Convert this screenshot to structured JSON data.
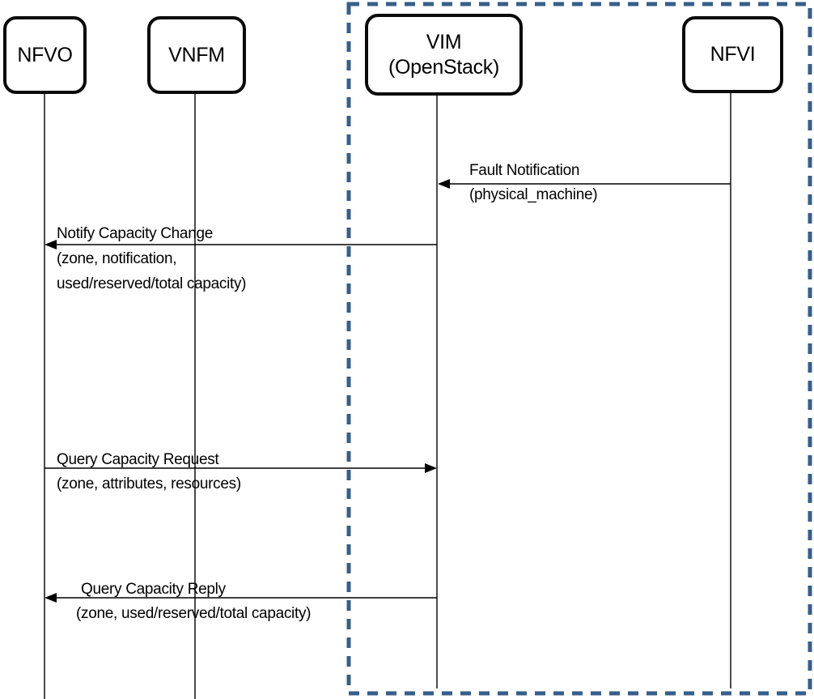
{
  "diagram": {
    "type": "sequence",
    "actors": [
      {
        "id": "nfvo",
        "label": "NFVO"
      },
      {
        "id": "vnfm",
        "label": "VNFM"
      },
      {
        "id": "vim",
        "label": "VIM",
        "sublabel": "(OpenStack)"
      },
      {
        "id": "nfvi",
        "label": "NFVI"
      }
    ],
    "boundary": {
      "encloses": [
        "vim",
        "nfvi"
      ],
      "color": "#365F8A"
    },
    "messages": [
      {
        "from": "nfvi",
        "to": "vim",
        "lines": [
          "Fault Notification",
          "(physical_machine)"
        ]
      },
      {
        "from": "vim",
        "to": "nfvo",
        "lines": [
          "Notify Capacity Change",
          "(zone, notification,",
          "used/reserved/total capacity)"
        ]
      },
      {
        "from": "nfvo",
        "to": "vim",
        "lines": [
          "Query Capacity Request",
          "(zone, attributes, resources)"
        ]
      },
      {
        "from": "vim",
        "to": "nfvo",
        "lines": [
          "Query Capacity Reply",
          "(zone, used/reserved/total capacity)"
        ]
      }
    ]
  }
}
